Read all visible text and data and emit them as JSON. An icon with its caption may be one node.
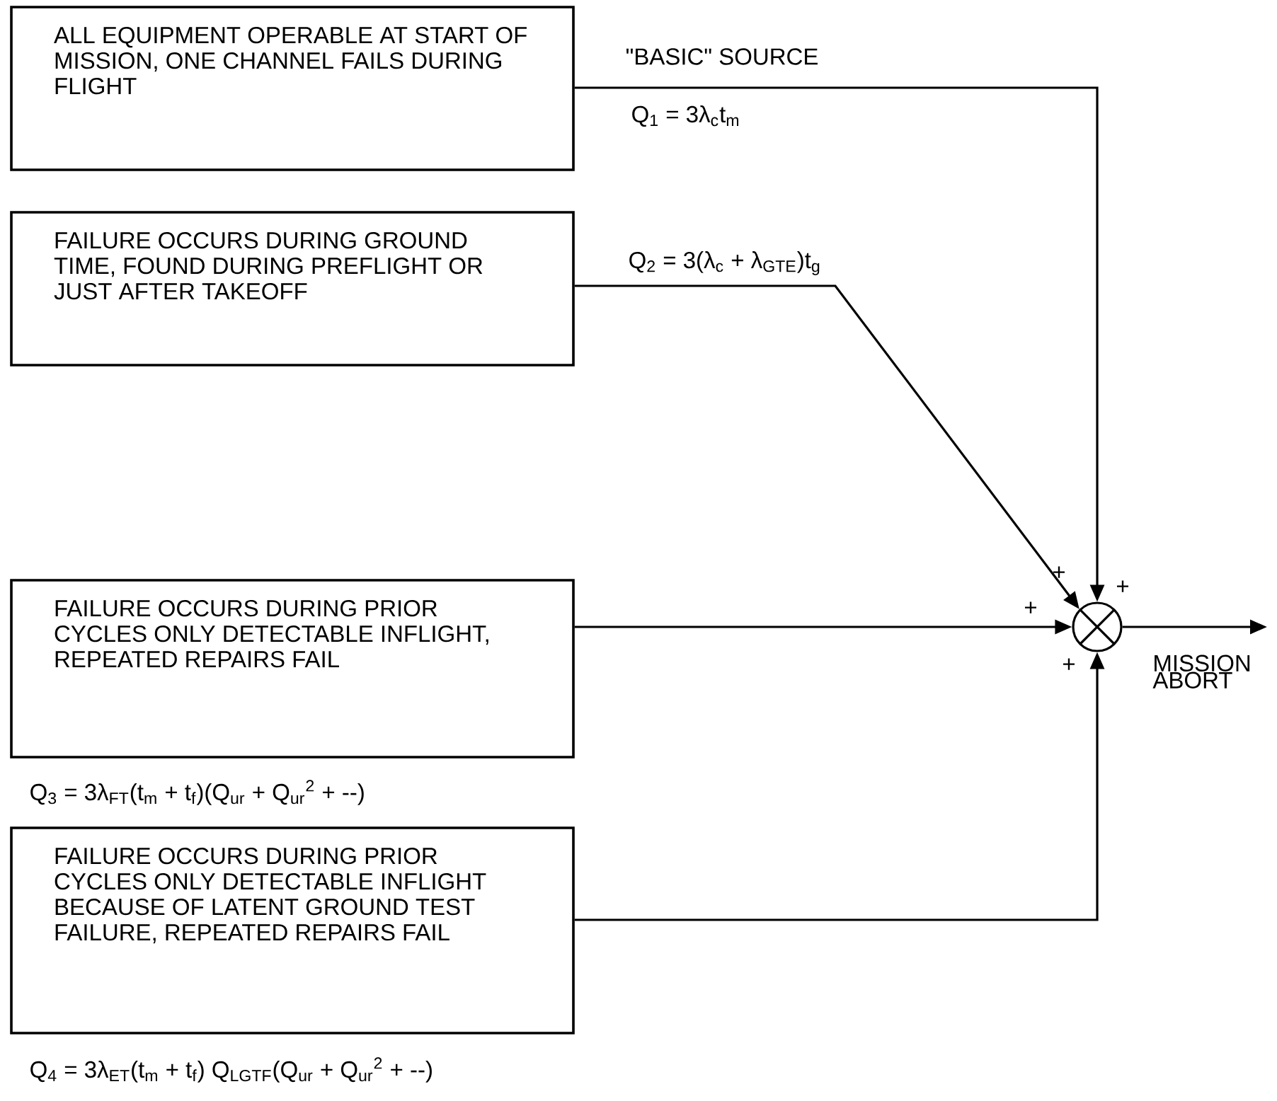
{
  "diagram": {
    "nodes": [
      {
        "text": [
          "ALL EQUIPMENT OPERABLE AT START OF MISSION, ONE CHANNEL FAILS DURING FLIGHT"
        ]
      },
      {
        "text": [
          "FAILURE OCCURS DURING GROUND TIME, FOUND DURING PREFLIGHT OR JUST AFTER TAKEOFF"
        ]
      },
      {
        "text": [
          "FAILURE OCCURS DURING PRIOR CYCLES ONLY DETECTABLE INFLIGHT, REPEATED REPAIRS FAIL"
        ],
        "beside": [
          "Q$_{3}$ = 3λ$_{FT}$(t$_{m}$ + t$_{f}$)(Q$_{ur}$ + Q$_{ur}$$^{2}$ + --)"
        ]
      },
      {
        "text": [
          "FAILURE OCCURS DURING PRIOR CYCLES ONLY DETECTABLE INFLIGHT BECAUSE OF LATENT GROUND TEST FAILURE, REPEATED REPAIRS FAIL"
        ],
        "beside": [
          "Q$_{4}$ = 3λ$_{ET}$(t$_{m}$ + t$_{f}$) Q$_{LGTF}$(Q$_{ur}$ + Q$_{ur}$$^{2}$ + --)"
        ]
      },
      {
        "text": [],
        "shape": "circle"
      },
      {
        "text": [
          "MISSION ABORT"
        ]
      }
    ],
    "edges": [
      {
        "from": 0,
        "to": 4,
        "arrow": "to",
        "label": "\"BASIC\" SOURCE"
      },
      {
        "from": 1,
        "to": 4,
        "arrow": "to",
        "label": "Q$_{2}$ = 3(λ$_{c}$ + λ$_{GTE}$)t$_{g}$"
      },
      {
        "from": 2,
        "to": 4,
        "arrow": "to"
      },
      {
        "from": 3,
        "to": 4,
        "arrow": "to"
      },
      {
        "from": 4,
        "to": 5,
        "arrow": "to"
      }
    ],
    "labels": [
      "Q$_{1}$ = 3λ$_{c}$t$_{m}$",
      "+",
      "+",
      "+",
      "+"
    ]
  }
}
